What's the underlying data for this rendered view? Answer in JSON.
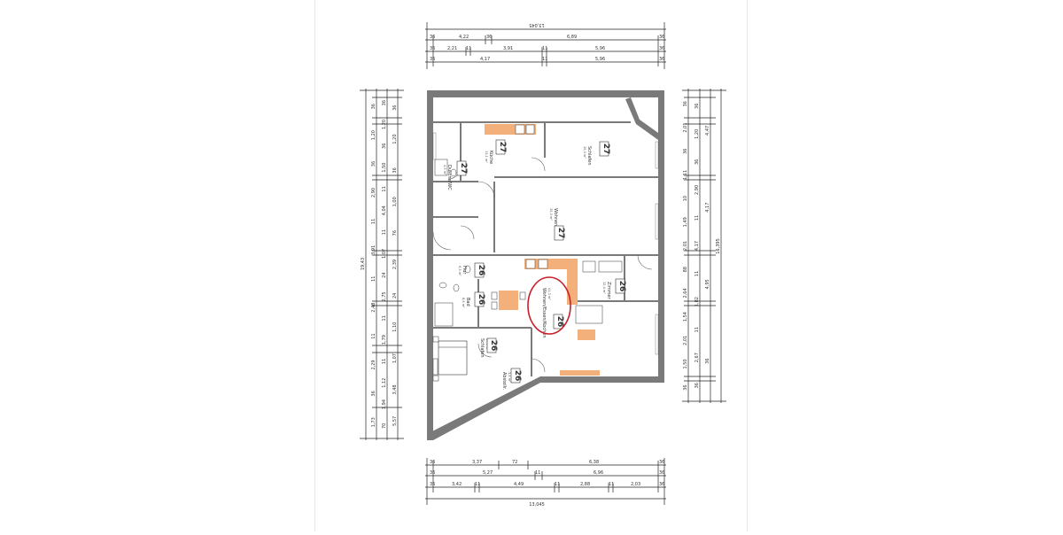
{
  "top_dims": {
    "total": "13,045",
    "row1": [
      "36",
      "4,22",
      "36",
      "6,89",
      "36"
    ],
    "row2": [
      "36",
      "2,21",
      "11",
      "3,91",
      "11",
      "5,96",
      "36"
    ],
    "row3": [
      "36",
      "4,17",
      "11",
      "5,96",
      "36"
    ]
  },
  "bottom_dims": {
    "total": "13,045",
    "row1": [
      "36",
      "3,37",
      "72",
      "6,38",
      "36"
    ],
    "row2": [
      "36",
      "5,27",
      "11",
      "6,96",
      "36"
    ],
    "row3": [
      "36",
      "3,42",
      "11",
      "4,49",
      "11",
      "2,88",
      "11",
      "2,03",
      "36"
    ]
  },
  "left_dims": {
    "total": "19,43",
    "row1": [
      "36",
      "1,20",
      "36",
      "2,90",
      "11",
      "3,91",
      "11",
      "2,48",
      "11",
      "2,29",
      "36",
      "1,73"
    ],
    "row2": [
      "36",
      "1,20",
      "36",
      "1,50",
      "11",
      "4,04",
      "11",
      "1,07",
      "24",
      "2,75",
      "11",
      "1,79",
      "11",
      "1,12",
      "1,94",
      "70"
    ],
    "row3": [
      "36",
      "1,20",
      "36",
      "1,00",
      "76",
      "2,39",
      "24",
      "1,10",
      "1,07",
      "3,48",
      "5,57"
    ]
  },
  "right_dims": {
    "total": "16,395",
    "row1": [
      "36",
      "2,01",
      "36",
      "1,11",
      "10",
      "1,49",
      "2,01",
      "88",
      "2,64",
      "1,54",
      "2,01",
      "1,50",
      "36"
    ],
    "row2": [
      "36",
      "1,20",
      "36",
      "2,90",
      "11",
      "4,17",
      "11",
      "1,82",
      "11",
      "2,67",
      "36"
    ],
    "row3": [
      "4,47",
      "4,17",
      "4,95",
      "36"
    ]
  },
  "rooms": [
    {
      "name": "Küche",
      "area": "13,1 m²",
      "num": "27"
    },
    {
      "name": "Schlafen",
      "area": "16,3 m²",
      "num": "27"
    },
    {
      "name": "Dusche/WC",
      "area": "4,5 m²",
      "num": "27"
    },
    {
      "name": "Wohnen",
      "area": "35,3 m²",
      "num": "27"
    },
    {
      "name": "Flur",
      "area": "6,3 m²",
      "num": "26"
    },
    {
      "name": "Zimmer",
      "area": "12,0 m²",
      "num": "26"
    },
    {
      "name": "Bad",
      "area": "8,6 m²",
      "num": "26"
    },
    {
      "name": "Wohnen/Essen/Kochen",
      "area": "41,3 m²",
      "num": "26"
    },
    {
      "name": "Schlafen",
      "area": "14,5 m²",
      "num": "26"
    },
    {
      "name": "Abstellr.",
      "area": "3,4 m²",
      "num": "26"
    }
  ],
  "colors": {
    "wall": "#7a7a7a",
    "dimension_line": "#222222",
    "furniture_accent": "#f4b07a",
    "highlight_circle": "#c8202a"
  }
}
